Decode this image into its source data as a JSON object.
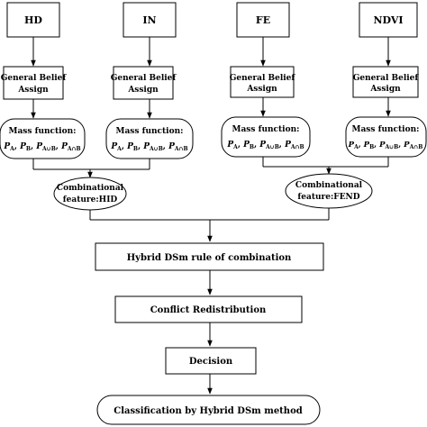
{
  "inputs": [
    {
      "label": "HD",
      "belief": [
        "General Belief",
        "Assign"
      ],
      "mass_title": "Mass function:"
    },
    {
      "label": "IN",
      "belief": [
        "General Belief",
        "Assign"
      ],
      "mass_title": "Mass function:"
    },
    {
      "label": "FE",
      "belief": [
        "General Belief",
        "Assign"
      ],
      "mass_title": "Mass function:"
    },
    {
      "label": "NDVI",
      "belief": [
        "General Belief",
        "Assign"
      ],
      "mass_title": "Mass function:"
    }
  ],
  "mass_formula": {
    "P": "P",
    "sub_a": "A",
    "sub_b": "B",
    "sub_union": "A∪B",
    "sub_inter": "A∩B",
    "sep": ", "
  },
  "combined": [
    {
      "lines": [
        "Combinational",
        "feature:HID"
      ]
    },
    {
      "lines": [
        "Combinational",
        "feature:FEND"
      ]
    }
  ],
  "steps": {
    "hybrid": "Hybrid DSm rule of combination",
    "conflict": "Conflict Redistribution",
    "decision": "Decision",
    "classification": "Classification by Hybrid DSm method"
  }
}
